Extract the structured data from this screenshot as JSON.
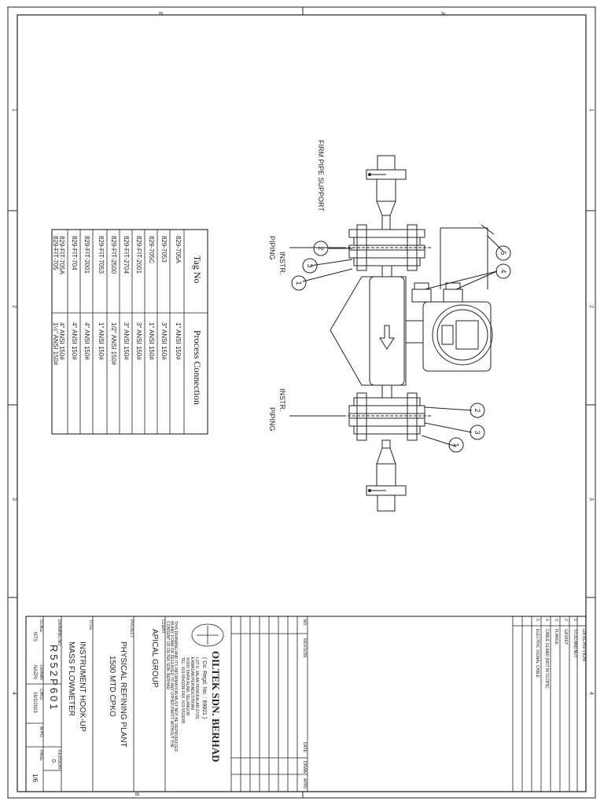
{
  "border": {
    "top_zones": [
      "B",
      "A"
    ],
    "side_zones": [
      "1",
      "2",
      "3",
      "4"
    ],
    "bottom_zone": "B"
  },
  "drawing": {
    "support_label": "FIRM PIPE SUPPORT",
    "piping_label": "PIPING",
    "instr_label": "INSTR.",
    "balloons": [
      "1",
      "2",
      "3",
      "4",
      "5"
    ]
  },
  "tag_table": {
    "headers": [
      "Tag No",
      "Process Connection"
    ],
    "rows": [
      [
        "829-705A",
        "1\" ANSI 150#"
      ],
      [
        "829-7053",
        "3\" ANSI 150#"
      ],
      [
        "829-705C",
        "1\" ANSI 150#"
      ],
      [
        "829-FIT-2001",
        "3\" ANSI 150#"
      ],
      [
        "829-FIT-2704",
        "3\" ANSI 150#"
      ],
      [
        "829-FIT-2500",
        "1/2\" ANSI 150#"
      ],
      [
        "829-FIT-7053",
        "1\" ANSI 150#"
      ],
      [
        "829-FIT-2001",
        "4\" ANSI 150#"
      ],
      [
        "829-FIT-704",
        "4\" ANSI 150#"
      ],
      [
        "829-FIT-705A",
        "4\" ANSI 150#"
      ],
      [
        "829-FIT-705",
        "1½\" ANSI 150#"
      ]
    ]
  },
  "title_block": {
    "company": "OILTEK SDN. BERHAD",
    "company_no": "( Co. Regd. No. : 69821 )",
    "address": [
      "LOT 6, JALAN PENGKALAN 27/29,",
      "KAWASAN PERINDUSTRIAN",
      "40300 SHAH ALAM, SELANGOR",
      "TEL: 603-5543289   FAX: 603-5518285"
    ],
    "confidential": [
      "THIS DRAWING AND ITS INFORMATION MUST NOT BE REPRODUCED",
      "IN ANY FORM OR RELEASED TO ANY OTHER PARTY WITHOUT THE",
      "CONSENT OF OILTEK SDN. BERHAD"
    ],
    "client_label": "CLIENT",
    "client": "APICAL GROUP",
    "project_label": "PROJECT",
    "project": [
      "PHYSICAL REFINING PLANT",
      "1500 MTD CPKO"
    ],
    "title_label": "TITLE",
    "title": [
      "INSTRUMENT HOOK-UP",
      "MASS FLOWMETER"
    ],
    "drawing_no_label": "DRAWING NO",
    "drawing_no": "R552P601",
    "scale_label": "SCALE",
    "scale": "NTS",
    "drawn_label": "DRAWN",
    "drawn": "NAZRI",
    "chkd_label": "CHKD",
    "appd_label": "APPD",
    "date": "16/2/2023",
    "revision_label": "REVISION",
    "revision": "0",
    "page_label": "PAGE",
    "page": "1/6"
  },
  "revision_table": {
    "headers": [
      "NO",
      "REVISION",
      "DATE",
      "DRWN",
      "APPD"
    ]
  },
  "parts_list": {
    "header": "DESCRIPTION",
    "items": [
      [
        "1",
        "STUD AND NUT"
      ],
      [
        "2",
        "GASKET"
      ],
      [
        "3",
        "FLANGE"
      ],
      [
        "4",
        "CABLE GLAND (NOT IN SCOPE)"
      ],
      [
        "5",
        "ELECTRIC SIGNAL CABLE"
      ]
    ]
  }
}
